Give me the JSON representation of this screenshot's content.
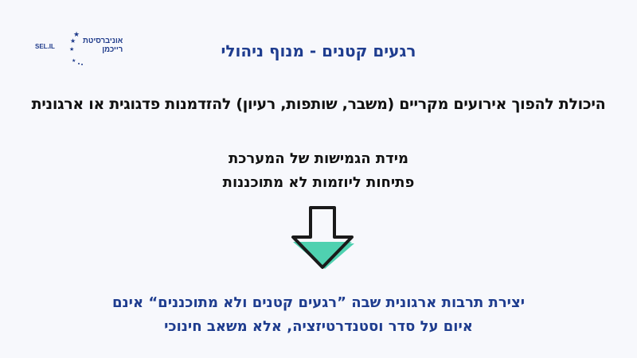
{
  "logo": {
    "sel_text": "SEL.IL",
    "university_line1": "אוניברסיטת",
    "university_line2": "רייכמן"
  },
  "slide": {
    "title": "רגעים קטנים - מנוף ניהולי",
    "statement": "היכולת להפוך אירועים מקריים (משבר, שותפות, רעיון) להזדמנות פדגוגית או ארגונית",
    "point1": "מידת הגמישות של המערכת",
    "point2": "פתיחות ליוזמות לא מתוכננות",
    "conclusion_line1": "יצירת תרבות ארגונית שבה ”רגעים קטנים ולא מתוכננים“ אינם",
    "conclusion_line2": "איום על סדר וסטנדרטיזציה, אלא משאב חינוכי"
  },
  "colors": {
    "background": "#f7f8fc",
    "title_blue": "#1f3d8f",
    "body_text": "#111111",
    "arrow_fill": "#4fd1b0",
    "arrow_stroke": "#1a1a1a"
  }
}
